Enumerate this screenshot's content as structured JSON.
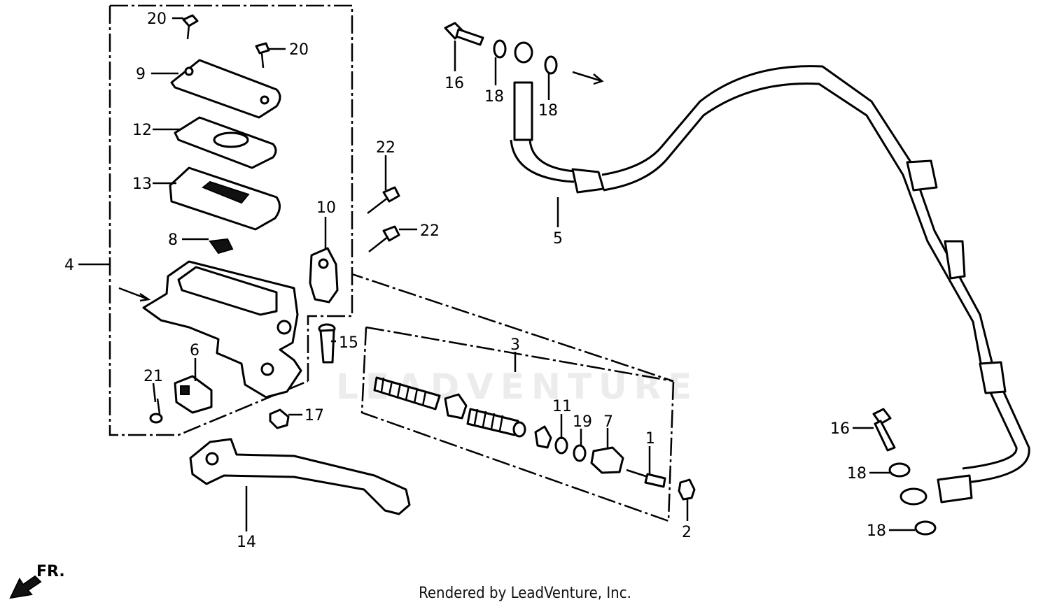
{
  "footer": "Rendered by LeadVenture, Inc.",
  "watermark": "LEADVENTURE",
  "direction_label": "FR.",
  "callouts": {
    "c20a": "20",
    "c20b": "20",
    "c9": "9",
    "c12": "12",
    "c13": "13",
    "c8": "8",
    "c4": "4",
    "c6": "6",
    "c21": "21",
    "c10": "10",
    "c15": "15",
    "c17": "17",
    "c14": "14",
    "c22a": "22",
    "c22b": "22",
    "c3": "3",
    "c11": "11",
    "c19": "19",
    "c7": "7",
    "c1": "1",
    "c2": "2",
    "c16a": "16",
    "c18a": "18",
    "c18b": "18",
    "c5": "5",
    "c16b": "16",
    "c18c": "18",
    "c18d": "18"
  }
}
